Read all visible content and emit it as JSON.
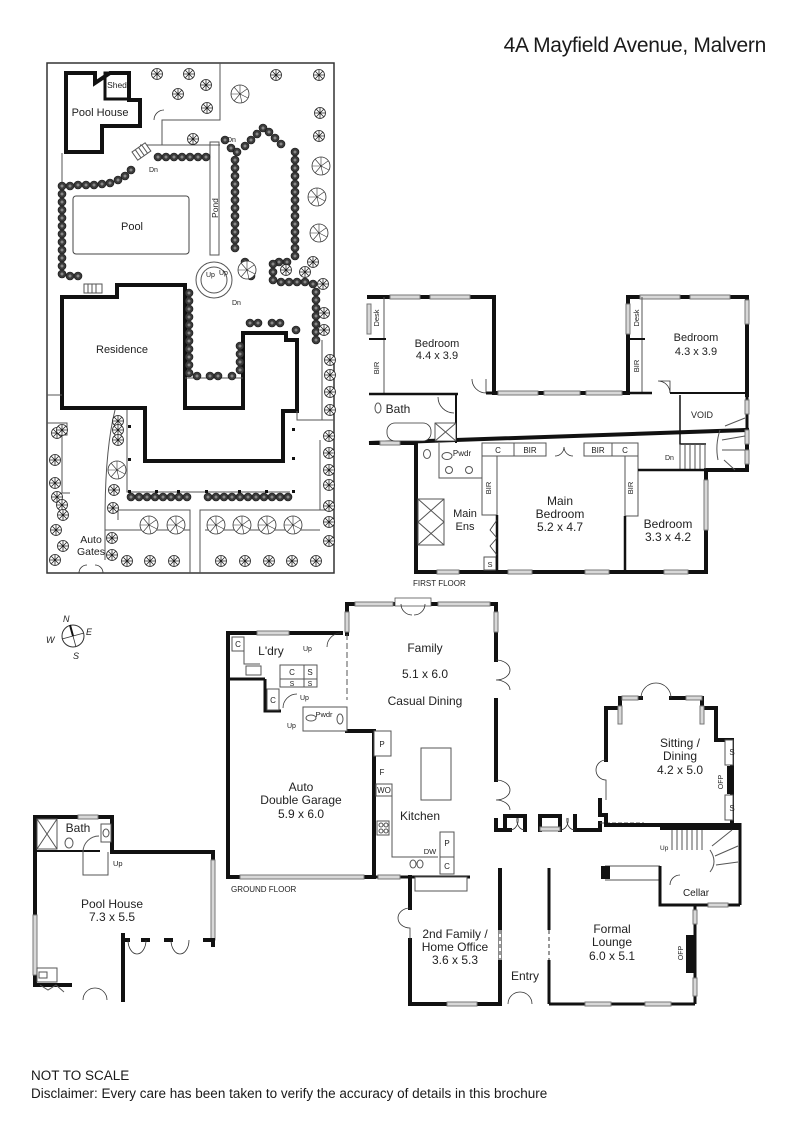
{
  "header": {
    "address": "4A Mayfield Avenue, Malvern"
  },
  "site_plan": {
    "labels": {
      "shed": "Shed",
      "pool_house": "Pool House",
      "pool": "Pool",
      "pond": "Pond",
      "residence": "Residence",
      "auto_gates_line1": "Auto",
      "auto_gates_line2": "Gates",
      "dn": "Dn",
      "up": "Up"
    }
  },
  "compass": {
    "n": "N",
    "e": "E",
    "s": "S",
    "w": "W"
  },
  "first_floor": {
    "label": "FIRST FLOOR",
    "rooms": [
      {
        "name": "Bedroom",
        "size": "4.4 x 3.9"
      },
      {
        "name": "Bedroom",
        "size": "4.3 x 3.9"
      },
      {
        "name": "Bath",
        "size": ""
      },
      {
        "name": "VOID",
        "size": ""
      },
      {
        "name": "Main Bedroom",
        "size": "5.2 x 4.7"
      },
      {
        "name": "Main Ens",
        "size": ""
      },
      {
        "name": "Bedroom",
        "size": "3.3 x 4.2"
      }
    ],
    "fixtures": {
      "desk": "Desk",
      "bir": "BIR",
      "c": "C",
      "s": "S",
      "pwdr": "Pwdr",
      "dn": "Dn",
      "main_line1": "Main",
      "bedroom_line2": "Bedroom",
      "ens_line2": "Ens"
    }
  },
  "ground_floor": {
    "label": "GROUND FLOOR",
    "rooms": [
      {
        "name": "Family",
        "size": "5.1 x 6.0",
        "extra": "Casual Dining"
      },
      {
        "name": "L'dry",
        "size": ""
      },
      {
        "name": "Auto Double Garage",
        "size": "5.9 x 6.0"
      },
      {
        "name": "Kitchen",
        "size": ""
      },
      {
        "name": "Sitting / Dining",
        "size": "4.2 x 5.0"
      },
      {
        "name": "Cellar",
        "size": ""
      },
      {
        "name": "2nd Family / Home Office",
        "size": "3.6 x 5.3"
      },
      {
        "name": "Entry",
        "size": ""
      },
      {
        "name": "Formal Lounge",
        "size": "6.0 x 5.1"
      }
    ],
    "fixtures": {
      "c": "C",
      "s": "S",
      "p": "P",
      "f": "F",
      "wo": "WO",
      "dw": "DW",
      "up": "Up",
      "pwdr": "Pwdr",
      "ofp": "OFP",
      "garage_line1": "Auto",
      "garage_line2": "Double Garage",
      "sitting_line1": "Sitting /",
      "sitting_line2": "Dining",
      "office_line1": "2nd Family /",
      "office_line2": "Home Office",
      "lounge_line1": "Formal",
      "lounge_line2": "Lounge"
    }
  },
  "pool_house_plan": {
    "rooms": [
      {
        "name": "Pool House",
        "size": "7.3 x 5.5"
      },
      {
        "name": "Bath",
        "size": ""
      }
    ],
    "up": "Up"
  },
  "footer": {
    "scale_note": "NOT TO SCALE",
    "disclaimer": "Disclaimer: Every care has been taken to verify the accuracy of details in this brochure"
  }
}
